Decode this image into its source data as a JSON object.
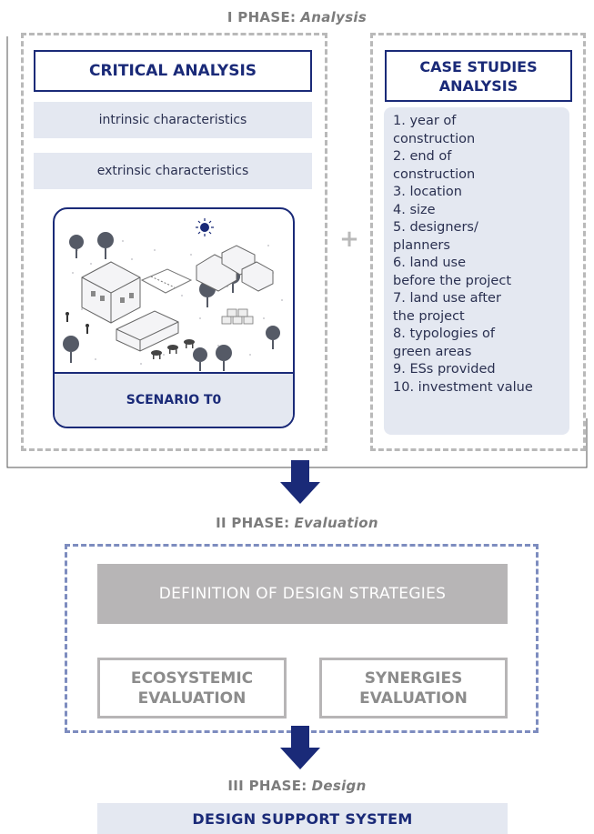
{
  "phase1": {
    "label": "I PHASE:",
    "name": "Analysis"
  },
  "critical": {
    "title": "CRITICAL ANALYSIS",
    "items": [
      "intrinsic characteristics",
      "extrinsic characteristics"
    ],
    "scenario_label": "SCENARIO T0"
  },
  "plus": "+",
  "case_studies": {
    "title_line1": "CASE STUDIES",
    "title_line2": "ANALYSIS",
    "list": [
      "1. year of",
      "construction",
      "2. end of",
      "construction",
      "3. location",
      "4. size",
      "5. designers/",
      "planners",
      "6. land use",
      "before the project",
      "7. land use after",
      "the project",
      "8. typologies of",
      "green areas",
      "9. ESs provided",
      "10. investment value"
    ]
  },
  "phase2": {
    "label": "II PHASE:",
    "name": "Evaluation"
  },
  "strategies": "DEFINITION OF DESIGN STRATEGIES",
  "ecosystemic": {
    "line1": "ECOSYSTEMIC",
    "line2": "EVALUATION"
  },
  "synergies": {
    "line1": "SYNERGIES",
    "line2": "EVALUATION"
  },
  "phase3": {
    "label": "III PHASE:",
    "name": "Design"
  },
  "dss": "DESIGN SUPPORT SYSTEM",
  "colors": {
    "navy": "#1a2a78",
    "panel": "#e4e8f1",
    "gray": "#b7b5b6",
    "dash_blue": "#7d8cbf"
  }
}
